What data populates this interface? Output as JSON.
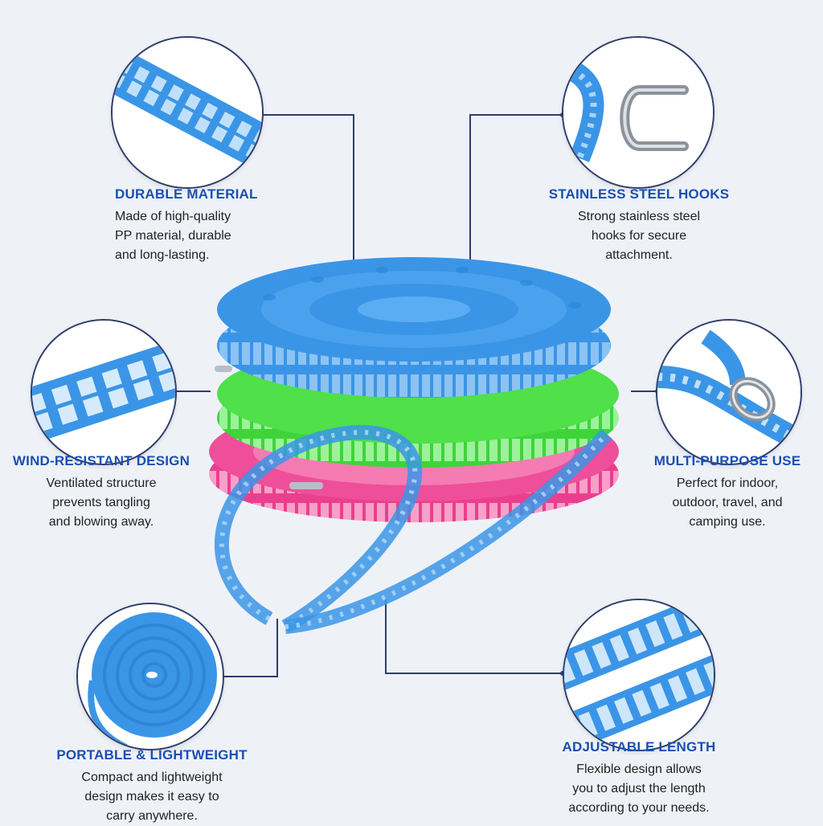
{
  "colors": {
    "heading": "#1a4fb3",
    "connector": "#2f3d6b",
    "rope_blue": "#3b95e6",
    "rope_green": "#4fe04a",
    "rope_pink": "#ef4f9a",
    "steel": "#b9bec6"
  },
  "features": {
    "durable": {
      "title": "DURABLE MATERIAL",
      "lines": [
        "Made of high-quality",
        "PP material, durable",
        "and long-lasting."
      ],
      "icon": "rope-closeup-icon"
    },
    "hooks": {
      "title": "STAINLESS STEEL HOOKS",
      "lines": [
        "Strong stainless steel",
        "hooks for secure",
        "attachment."
      ],
      "icon": "steel-hook-icon"
    },
    "wind": {
      "title": "WIND-RESISTANT DESIGN",
      "lines": [
        "Ventilated structure",
        "prevents tangling",
        "and blowing away."
      ],
      "icon": "ventilated-rope-icon"
    },
    "multi": {
      "title": "MULTI-PURPOSE USE",
      "lines": [
        "Perfect for indoor,",
        "outdoor, travel, and",
        "camping use."
      ],
      "icon": "rope-ring-icon"
    },
    "portable": {
      "title": "PORTABLE & LIGHTWEIGHT",
      "lines": [
        "Compact and lightweight",
        "design makes it easy to",
        "carry anywhere."
      ],
      "icon": "coiled-rope-icon"
    },
    "adjustable": {
      "title": "ADJUSTABLE LENGTH",
      "lines": [
        "Flexible design allows",
        "you to adjust the length",
        "according to your needs."
      ],
      "icon": "stretched-rope-icon"
    }
  }
}
